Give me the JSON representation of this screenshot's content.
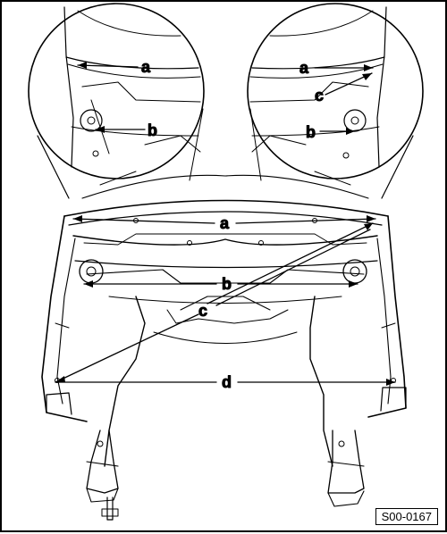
{
  "labels": {
    "a": "a",
    "b": "b",
    "c": "c",
    "d": "d"
  },
  "figure_id": "S00-0167",
  "colors": {
    "line": "#000000",
    "background": "#ffffff"
  }
}
